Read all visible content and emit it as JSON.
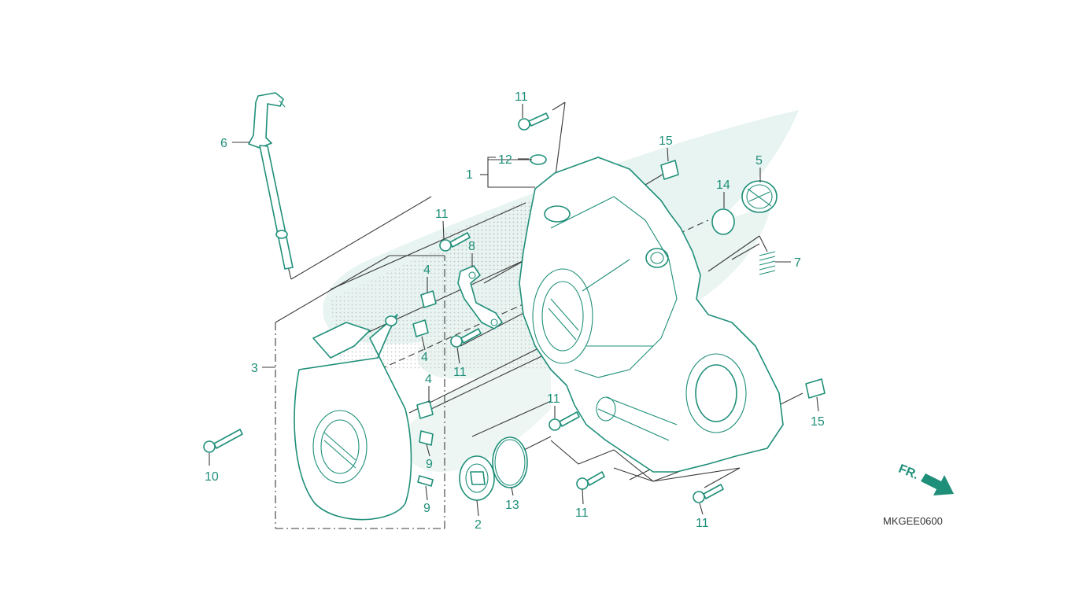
{
  "diagram": {
    "code": "MKGEE0600",
    "direction_label": "FR.",
    "colors": {
      "ink": "#1f8f79",
      "wing": "#e7f3f0",
      "dots": "#cfcfcf",
      "lead": "#3a3a3a"
    },
    "callouts": {
      "c1": "1",
      "c2": "2",
      "c3": "3",
      "c4a": "4",
      "c4b": "4",
      "c4c": "4",
      "c5": "5",
      "c6": "6",
      "c7": "7",
      "c8": "8",
      "c9a": "9",
      "c9b": "9",
      "c10": "10",
      "c11a": "11",
      "c11b": "11",
      "c11c": "11",
      "c11d": "11",
      "c11e": "11",
      "c11f": "11",
      "c12": "12",
      "c13": "13",
      "c14": "14",
      "c15a": "15",
      "c15b": "15"
    }
  }
}
